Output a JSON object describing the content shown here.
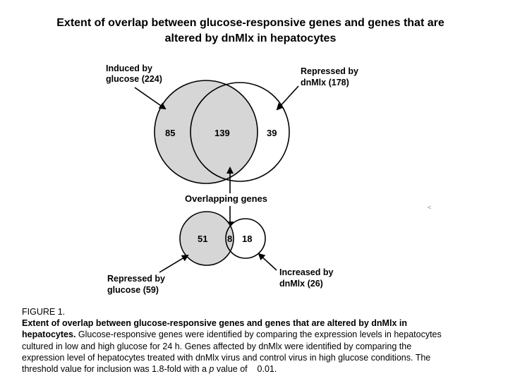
{
  "title": {
    "line1": "Extent of overlap between glucose-responsive genes and genes that are",
    "line2": "altered by dnMlx in hepatocytes"
  },
  "diagram": {
    "top": {
      "induced_label_1": "Induced by",
      "induced_label_2": "glucose (224)",
      "repressed_label_1": "Repressed by",
      "repressed_label_2": "dnMlx (178)",
      "left_only": "85",
      "overlap": "139",
      "right_only": "39"
    },
    "overlapping_label": "Overlapping genes",
    "bottom": {
      "repressed_label_1": "Repressed by",
      "repressed_label_2": "glucose (59)",
      "increased_label_1": "Increased by",
      "increased_label_2": "dnMlx (26)",
      "left_only": "51",
      "overlap": "8",
      "right_only": "18"
    },
    "colors": {
      "shaded": "#d6d6d6",
      "stroke": "#000000"
    }
  },
  "stray_mark": "<",
  "caption": {
    "heading": "FIGURE 1.",
    "bold_1": "Extent of overlap between glucose-responsive genes and genes that are altered by dnMlx in",
    "bold_2": "hepatocytes.",
    "text_2": " Glucose-responsive genes were identified by comparing the expression levels in hepatocytes",
    "text_3": "cultured in low and high glucose for 24 h. Genes affected by dnMlx were identified by comparing the",
    "text_4": "expression level of hepatocytes treated with dnMlx virus and control virus in high glucose conditions. The",
    "text_5a": "threshold value for inclusion was 1.8-fold with a ",
    "text_5_p": "p",
    "text_5b": " value of    0.01."
  }
}
